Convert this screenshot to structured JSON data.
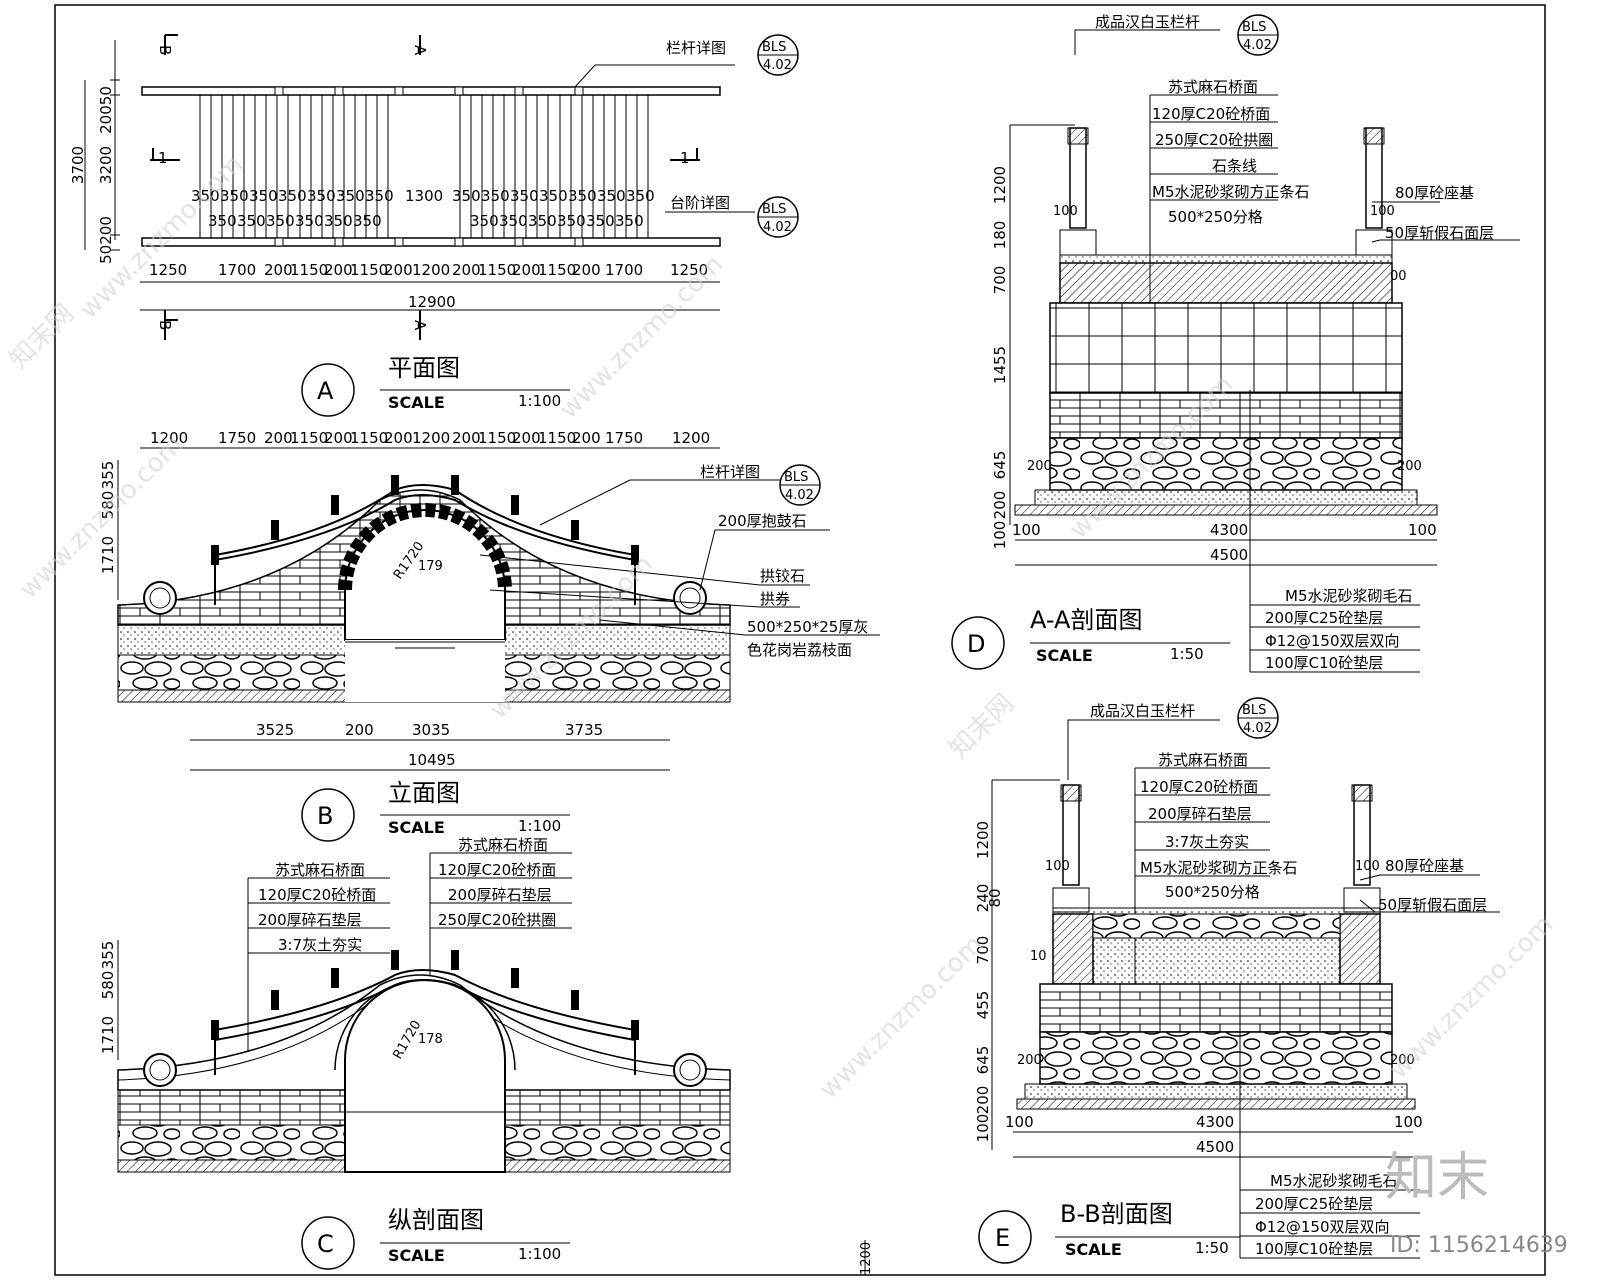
{
  "plan": {
    "marks": {
      "b1": "B",
      "b2": "B",
      "a1": "A",
      "a2": "A",
      "s1": "1",
      "s2": "1"
    },
    "dims_left": {
      "d20050": "20050",
      "d3700": "3700",
      "d3200": "3200",
      "d50200": "50200"
    },
    "row_top": [
      "350",
      "350",
      "350",
      "350",
      "350",
      "350",
      "350",
      "1300",
      "350",
      "350",
      "350",
      "350",
      "350",
      "350",
      "350"
    ],
    "row_bottom_l": [
      "350",
      "350",
      "350",
      "350",
      "350",
      "350"
    ],
    "row_bottom_r": [
      "350",
      "350",
      "350",
      "350",
      "350",
      "350"
    ],
    "bottom_dims": [
      "1250",
      "1700",
      "200",
      "1150",
      "200",
      "1150",
      "200",
      "1200",
      "200",
      "1150",
      "200",
      "1150",
      "200",
      "1700",
      "1250"
    ],
    "total": "12900",
    "callout_railing": "栏杆详图",
    "callout_steps": "台阶详图",
    "ref_code": "BLS",
    "ref_num": "4.02",
    "tag": "A",
    "title": "平面图",
    "scale_label": "SCALE",
    "scale": "1:100"
  },
  "elevation": {
    "top_dims": [
      "1200",
      "1750",
      "200",
      "1150",
      "200",
      "1150",
      "200",
      "1200",
      "200",
      "1150",
      "200",
      "1150",
      "200",
      "1750",
      "1200"
    ],
    "left_dims": {
      "d355": "355",
      "d580": "580",
      "d1710": "1710"
    },
    "callouts": [
      "栏杆详图",
      "200厚抱鼓石",
      "拱铰石",
      "拱券",
      "500*250*25厚灰",
      "色花岗岩荔枝面"
    ],
    "radius": "R1720",
    "r179": "179",
    "bottom_dims": [
      "3525",
      "200",
      "3035",
      "3735"
    ],
    "total": "10495",
    "ref_code": "BLS",
    "ref_num": "4.02",
    "tag": "B",
    "title": "立面图",
    "scale_label": "SCALE",
    "scale": "1:100"
  },
  "long_section": {
    "callouts_left": [
      "苏式麻石桥面",
      "120厚C20砼桥面",
      "200厚碎石垫层",
      "3:7灰土夯实"
    ],
    "callouts_right": [
      "苏式麻石桥面",
      "120厚C20砼桥面",
      "200厚碎石垫层",
      "250厚C20砼拱圈"
    ],
    "left_dims": {
      "d355": "355",
      "d580": "580",
      "d1710": "1710"
    },
    "radius": "R1720",
    "r178": "178",
    "tag": "C",
    "title": "纵剖面图",
    "scale_label": "SCALE",
    "scale": "1:100"
  },
  "section_a": {
    "top_callout": "成品汉白玉栏杆",
    "ref_code": "BLS",
    "ref_num": "4.02",
    "layers": [
      "苏式麻石桥面",
      "120厚C20砼桥面",
      "250厚C20砼拱圈",
      "石条线",
      "M5水泥砂浆砌方正条石",
      "500*250分格"
    ],
    "right_callouts": [
      "80厚砼座基",
      "50厚斩假石面层"
    ],
    "left_dims": {
      "d1200": "1200",
      "d180": "180",
      "d700": "700",
      "d1455": "1455",
      "d645": "645",
      "d200": "200",
      "d100": "100"
    },
    "small": {
      "a100l": "100",
      "a100r": "100",
      "a00r": "00",
      "a200l": "200",
      "a200r": "200"
    },
    "bottom_dims": [
      "100",
      "4300",
      "100"
    ],
    "total": "4500",
    "foundation": [
      "M5水泥砂浆砌毛石",
      "200厚C25砼垫层",
      "Φ12@150双层双向",
      "100厚C10砼垫层"
    ],
    "tag": "D",
    "title": "A-A剖面图",
    "scale_label": "SCALE",
    "scale": "1:50"
  },
  "section_b": {
    "top_callout": "成品汉白玉栏杆",
    "ref_code": "BLS",
    "ref_num": "4.02",
    "layers": [
      "苏式麻石桥面",
      "120厚C20砼桥面",
      "200厚碎石垫层",
      "3:7灰土夯实",
      "M5水泥砂浆砌方正条石",
      "500*250分格"
    ],
    "right_callouts": [
      "80厚砼座基",
      "50厚斩假石面层"
    ],
    "left_dims": {
      "d1200": "1200",
      "d240": "240",
      "d80": "80",
      "d700": "700",
      "d455": "455",
      "d645": "645",
      "d200": "200",
      "d100": "100"
    },
    "small": {
      "b100l": "100",
      "b100r": "100",
      "b10": "10",
      "b200l": "200",
      "b200r": "200"
    },
    "bottom_dims": [
      "100",
      "4300",
      "100"
    ],
    "total": "4500",
    "foundation": [
      "M5水泥砂浆砌毛石",
      "200厚C25砼垫层",
      "Φ12@150双层双向",
      "100厚C10砼垫层"
    ],
    "tag": "E",
    "title": "B-B剖面图",
    "scale_label": "SCALE",
    "scale": "1:50"
  },
  "misc": {
    "small_1200": "1200"
  },
  "watermark": {
    "logo": "知末",
    "id": "ID: 1156214639",
    "site": "www.znzmo.com",
    "site_alt": "知末网"
  }
}
